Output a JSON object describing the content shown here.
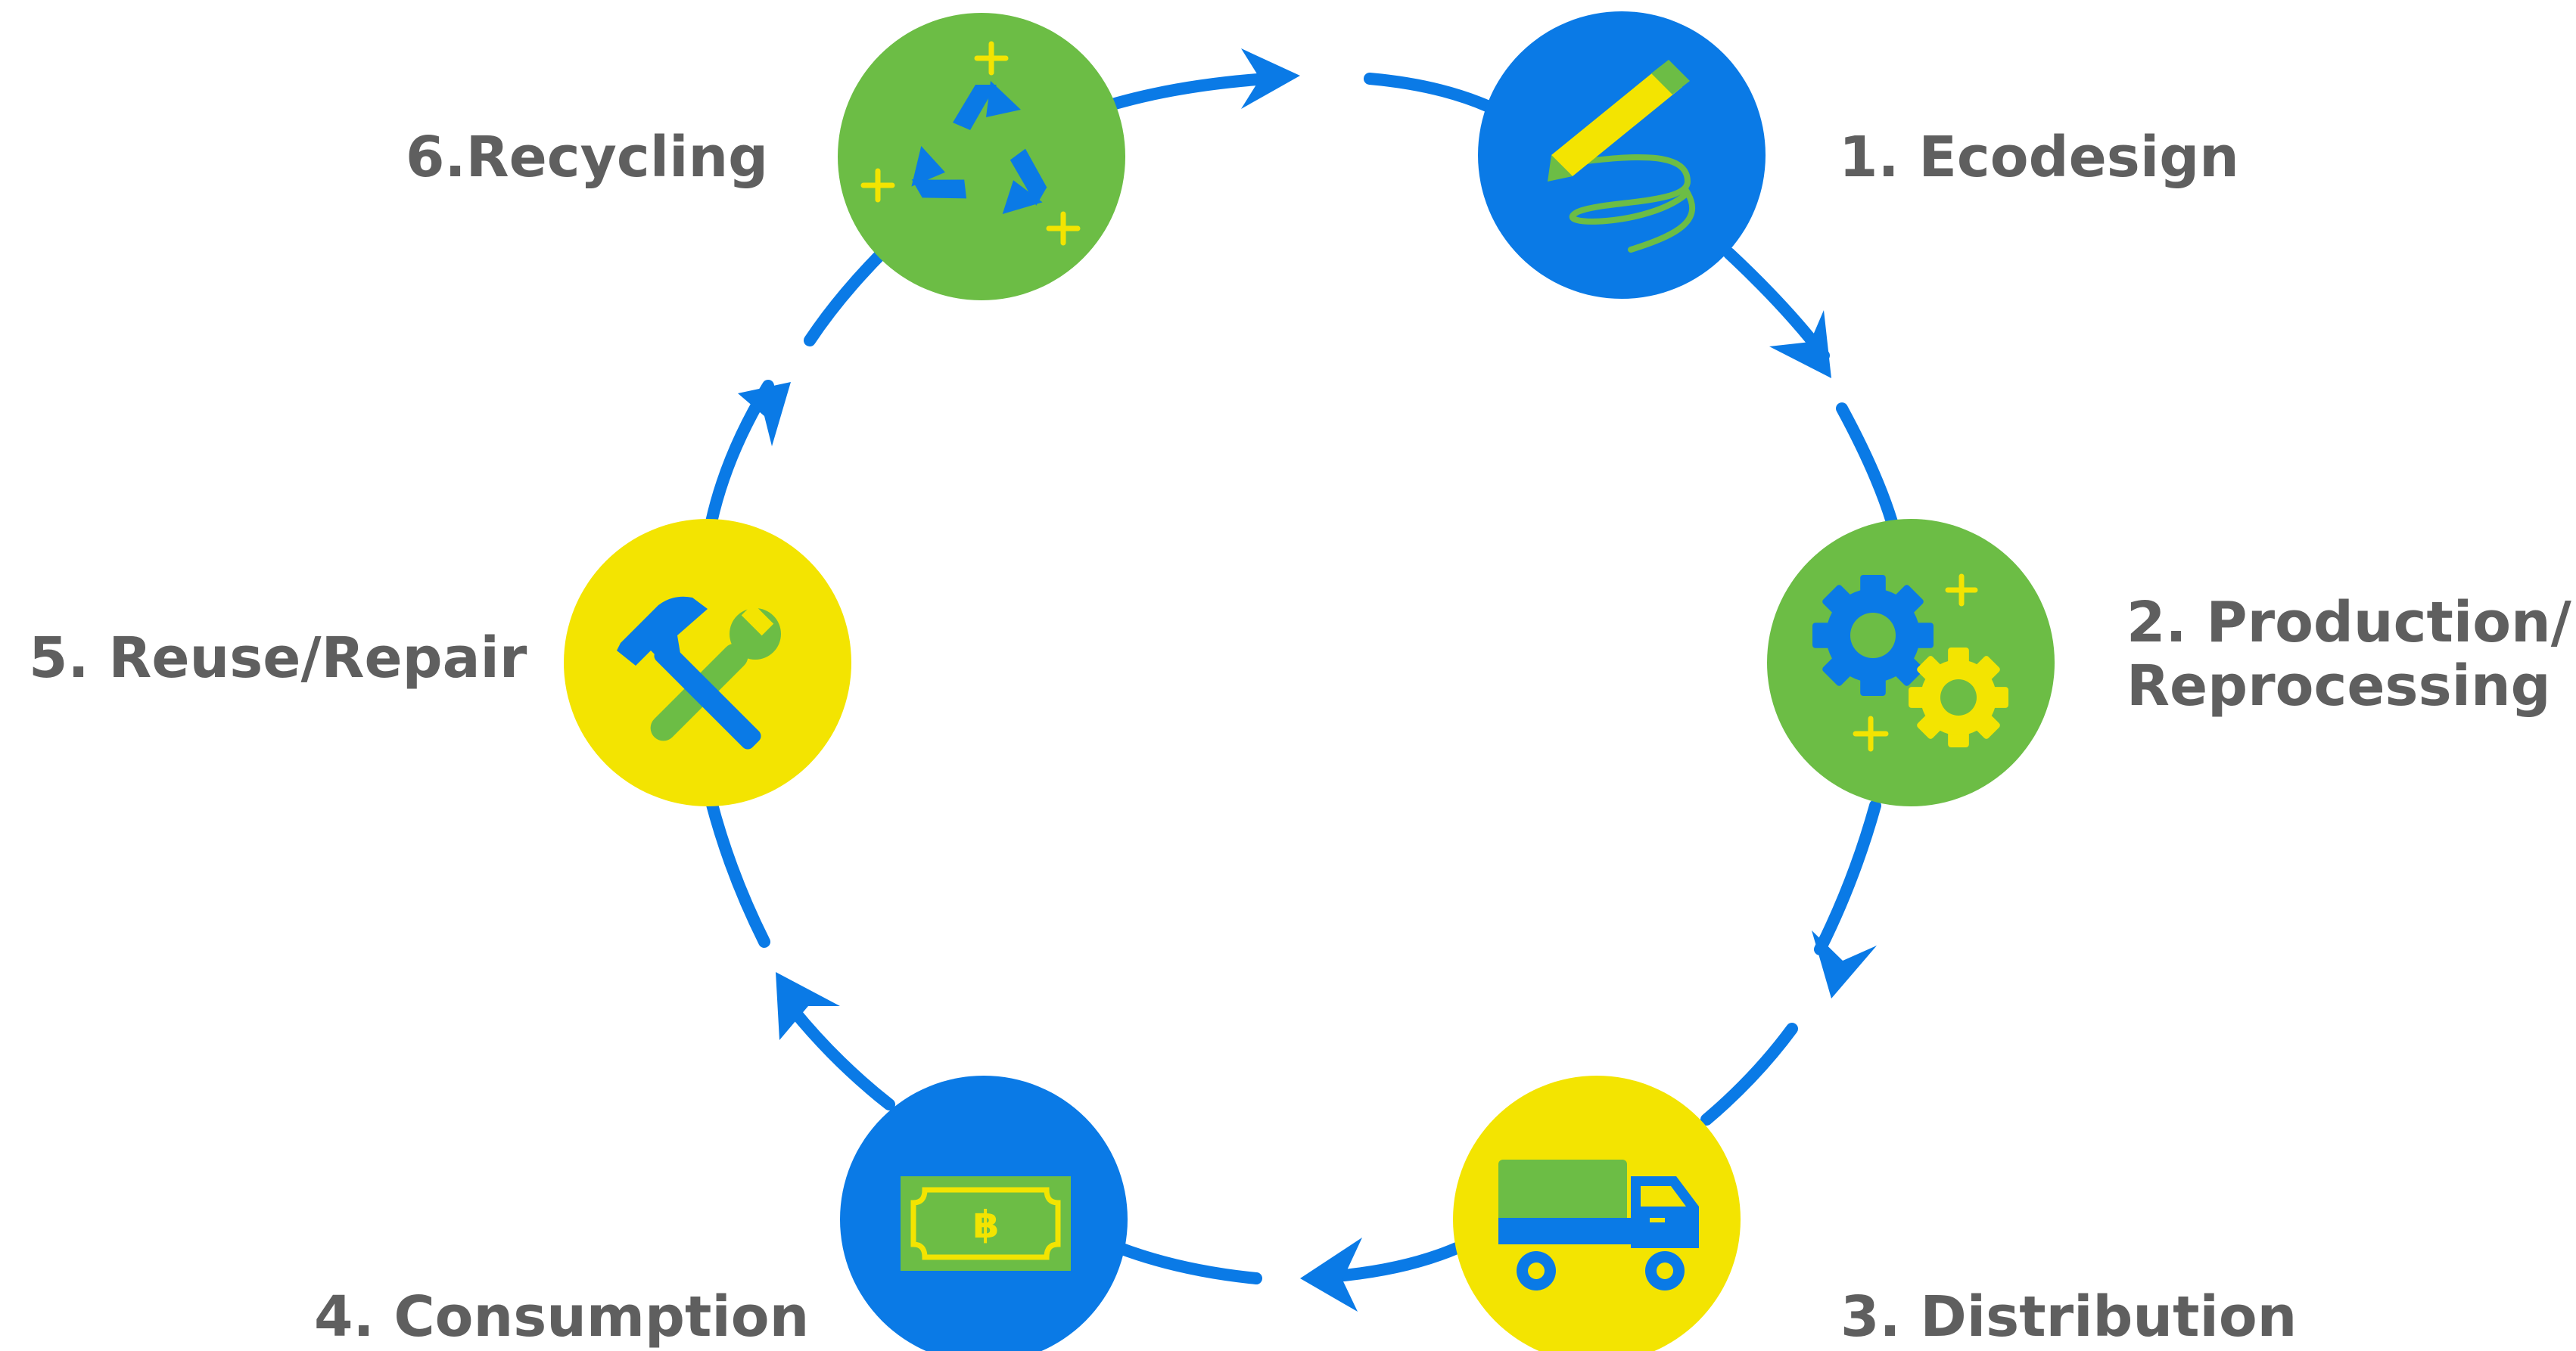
{
  "colors": {
    "blue": "#0a7ae6",
    "green": "#6cbd45",
    "yellow": "#f3e401",
    "label": "#5f5f5f",
    "white": "#ffffff"
  },
  "stages": [
    {
      "id": "ecodesign",
      "lines": [
        "1. Ecodesign"
      ],
      "color": "blue",
      "icon": "pencil-icon"
    },
    {
      "id": "production",
      "lines": [
        "2. Production/",
        "Reprocessing"
      ],
      "color": "green",
      "icon": "gears-icon"
    },
    {
      "id": "distribution",
      "lines": [
        "3. Distribution"
      ],
      "color": "yellow",
      "icon": "truck-icon"
    },
    {
      "id": "consumption",
      "lines": [
        "4. Consumption"
      ],
      "color": "blue",
      "icon": "banknote-icon"
    },
    {
      "id": "reuse",
      "lines": [
        "5. Reuse/Repair"
      ],
      "color": "yellow",
      "icon": "tools-icon"
    },
    {
      "id": "recycling",
      "lines": [
        "6.Recycling"
      ],
      "color": "green",
      "icon": "recycle-icon"
    }
  ],
  "currency_symbol": "฿"
}
